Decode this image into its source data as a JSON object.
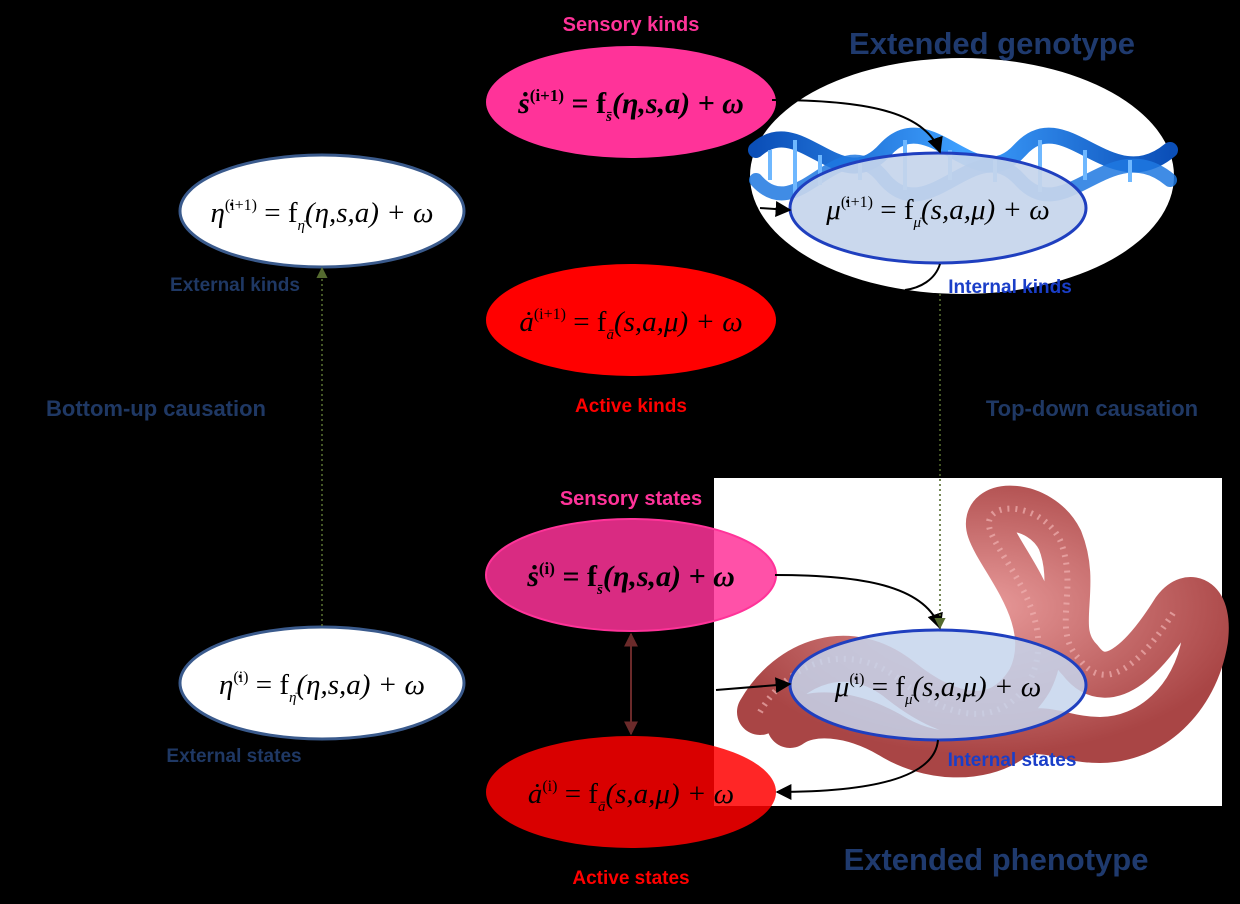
{
  "labels": {
    "sensory_kinds": "Sensory kinds",
    "extended_genotype": "Extended genotype",
    "external_kinds": "External kinds",
    "internal_kinds": "Internal kinds",
    "active_kinds": "Active kinds",
    "bottom_up": "Bottom-up causation",
    "top_down": "Top-down causation",
    "sensory_states": "Sensory states",
    "external_states": "External states",
    "internal_states": "Internal states",
    "active_states": "Active states",
    "extended_phenotype": "Extended phenotype"
  },
  "equations": {
    "sensory_kinds": {
      "lhs": "ṡ",
      "sup": "(i+1)",
      "sub": "s̄",
      "args": "(η,s,a) + ω"
    },
    "external_kinds": {
      "lhs": "η̇",
      "sup": "(i+1)",
      "sub": "η̄",
      "args": "(η,s,a) + ω"
    },
    "internal_kinds": {
      "lhs": "μ̇",
      "sup": "(i+1)",
      "sub": "μ̄",
      "args": "(s,a,μ) + ω"
    },
    "active_kinds": {
      "lhs": "ȧ",
      "sup": "(i+1)",
      "sub": "ā",
      "args": "(s,a,μ) + ω"
    },
    "sensory_states": {
      "lhs": "ṡ",
      "sup": "(i)",
      "sub": "s̄",
      "args": "(η,s,a) + ω"
    },
    "external_states": {
      "lhs": "η̇",
      "sup": "(i)",
      "sub": "η̄",
      "args": "(η,s,a) + ω"
    },
    "internal_states": {
      "lhs": "μ̇",
      "sup": "(i)",
      "sub": "μ̄",
      "args": "(s,a,μ) + ω"
    },
    "active_states": {
      "lhs": "ȧ",
      "sup": "(i)",
      "sub": "ā",
      "args": "(s,a,μ) + ω"
    }
  },
  "colors": {
    "background": "#000000",
    "sensory": "#ff3399",
    "active": "#ff0000",
    "internal_fill": "#c5d5ec",
    "internal_stroke": "#1f3fbf",
    "external_stroke": "#3a5a8c",
    "title_blue": "#1f3a6e",
    "dark_blue": "#1f3864",
    "internal_label": "#1a3ec8",
    "arrow_dotted": "#556b2f",
    "arrow_brown": "#6b2a2a"
  },
  "icons": {
    "genotype_image": "dna-helix-icon",
    "phenotype_image": "earthworm-icon"
  }
}
